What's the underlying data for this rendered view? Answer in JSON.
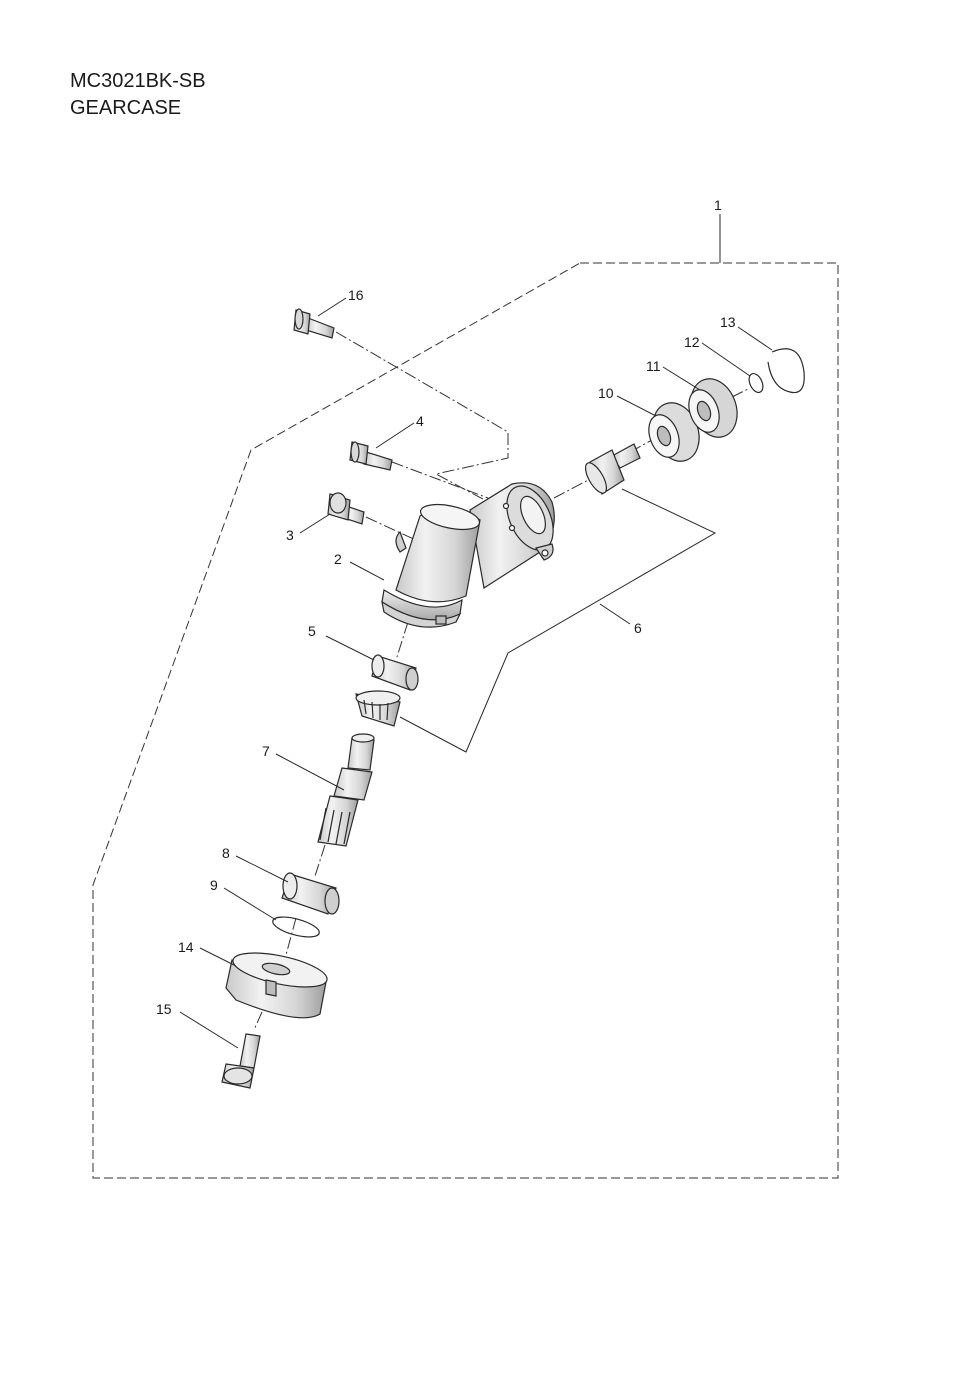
{
  "header": {
    "model": "MC3021BK-SB",
    "section": "GEARCASE"
  },
  "callouts": {
    "c1": "1",
    "c2": "2",
    "c3": "3",
    "c4": "4",
    "c5": "5",
    "c6": "6",
    "c7": "7",
    "c8": "8",
    "c9": "9",
    "c10": "10",
    "c11": "11",
    "c12": "12",
    "c13": "13",
    "c14": "14",
    "c15": "15",
    "c16": "16"
  },
  "colors": {
    "line": "#2a2a2a",
    "part_fill": "#e9e9e9",
    "part_shade": "#bdbdbd"
  }
}
